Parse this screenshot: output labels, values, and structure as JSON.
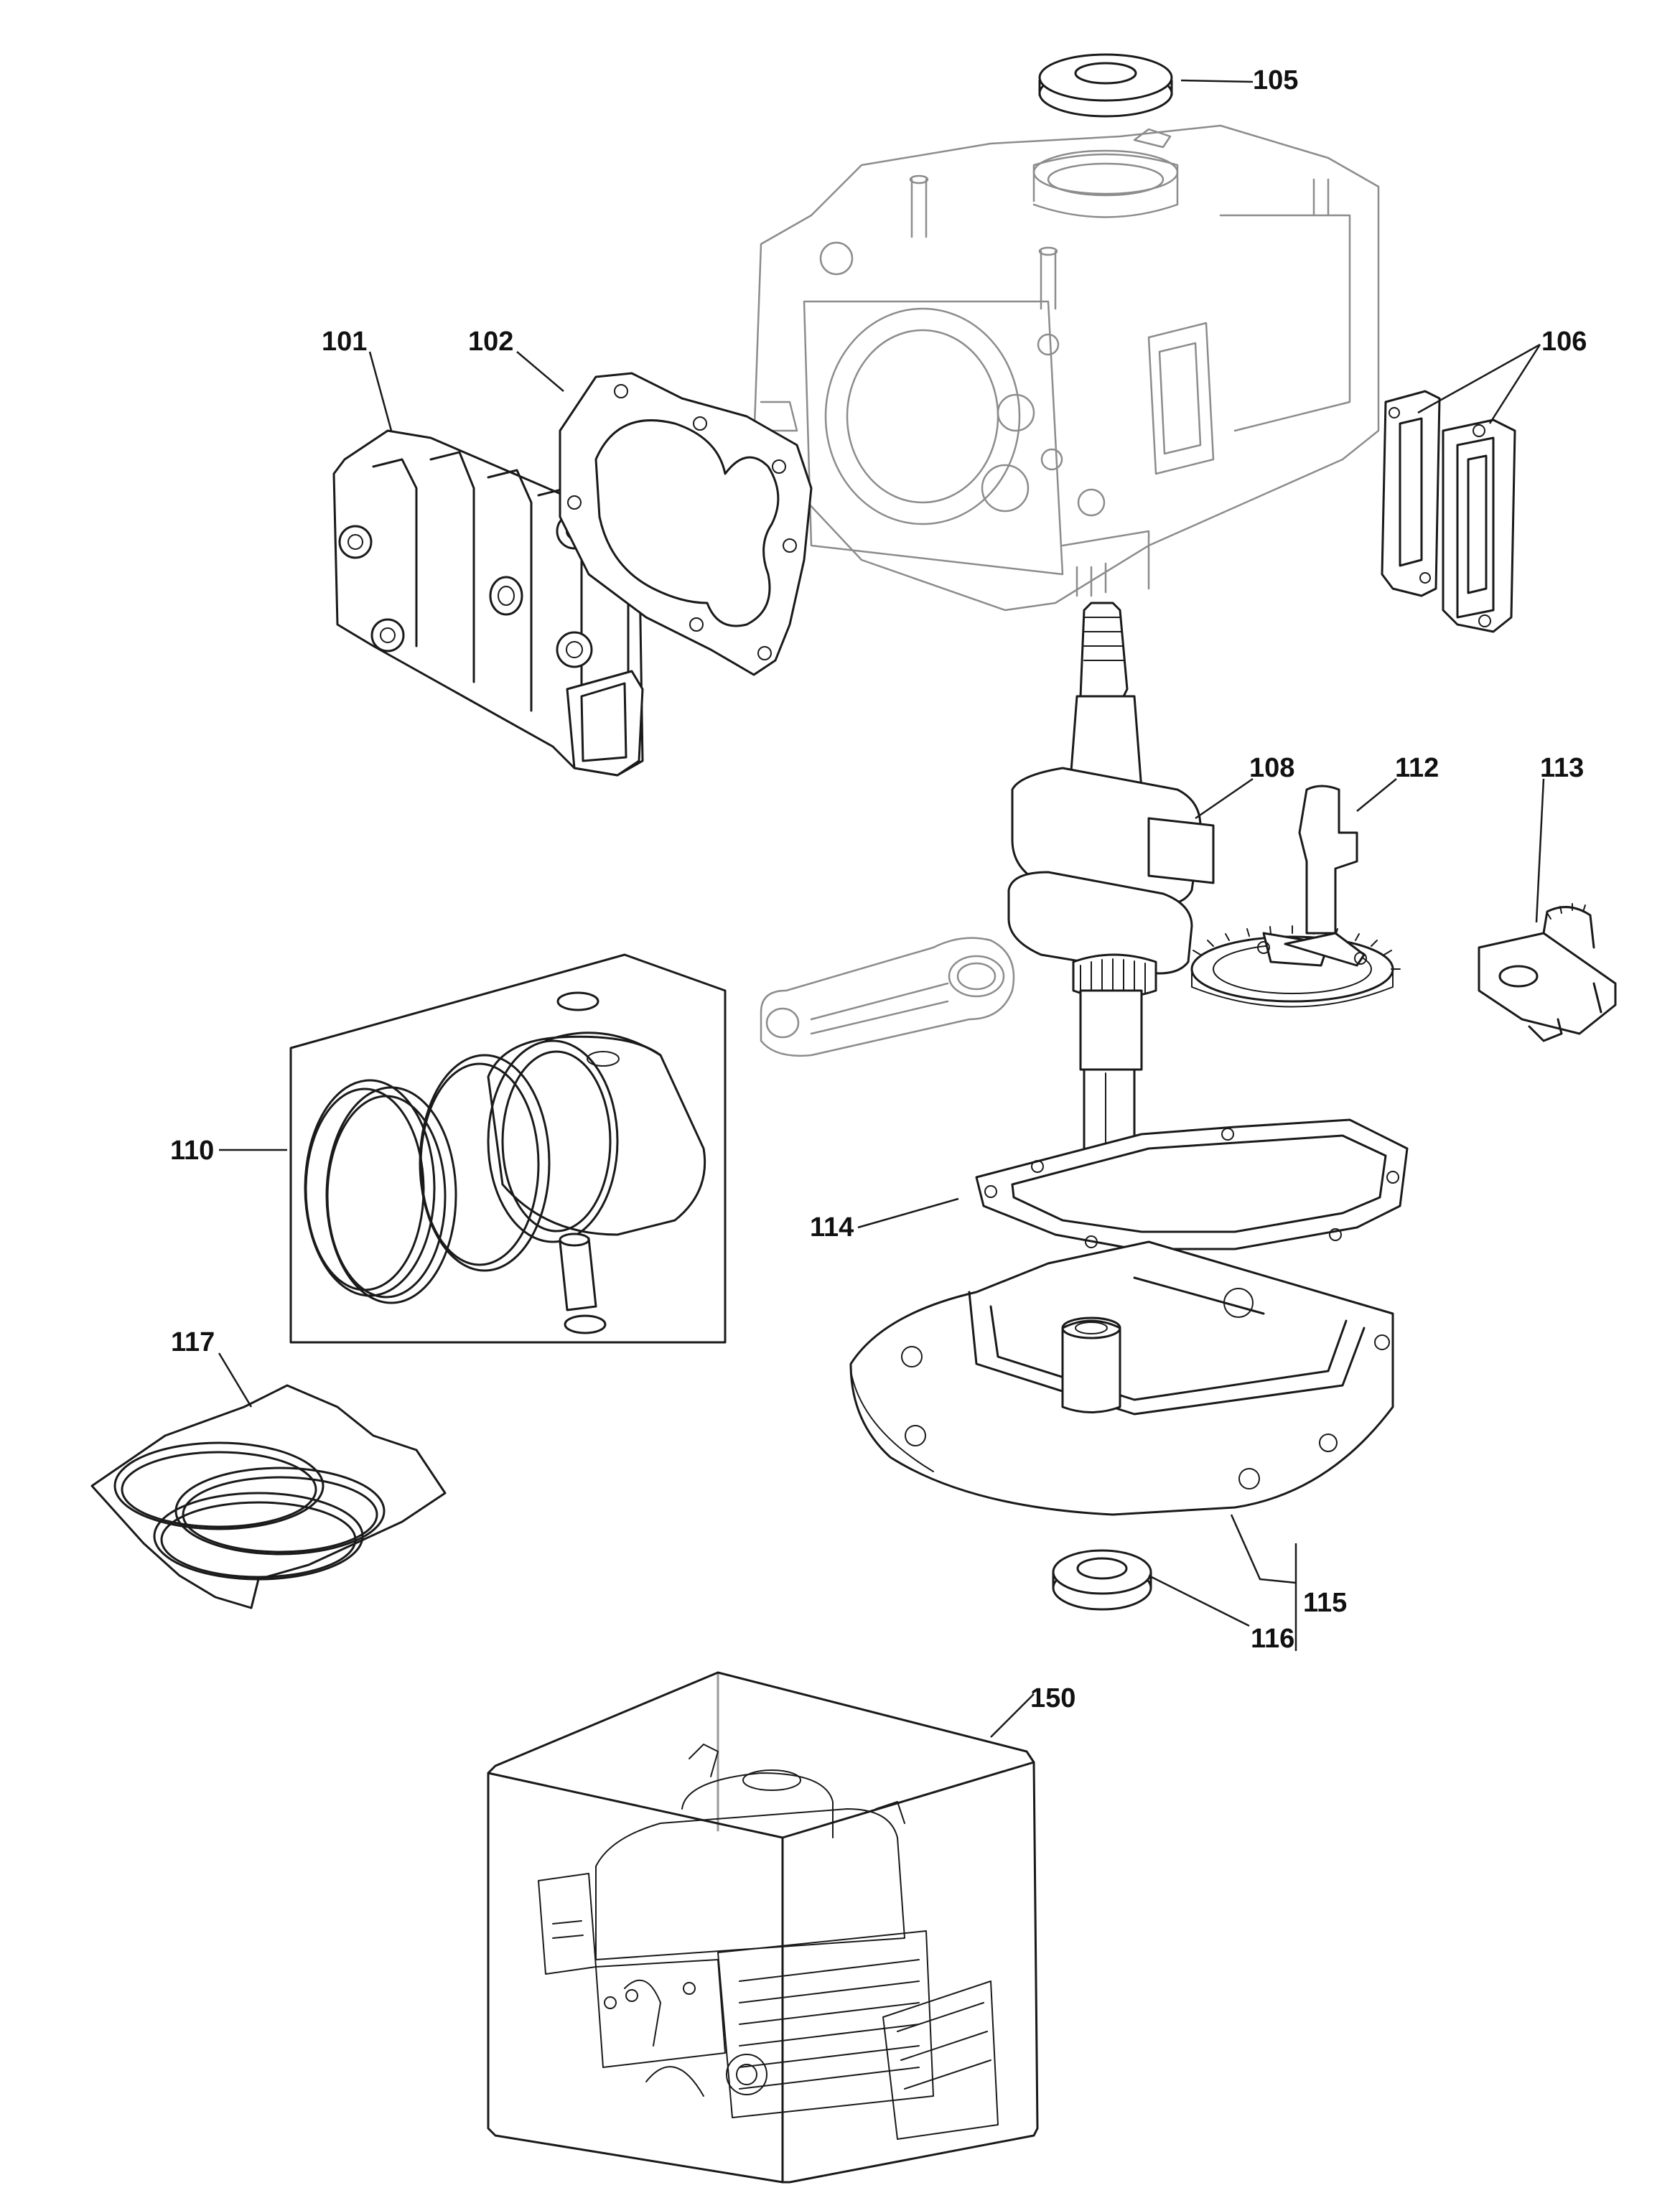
{
  "colors": {
    "line": "#1a1a1a",
    "ghost": "#8c8c8c",
    "background": "#ffffff"
  },
  "labels": {
    "p101": "101",
    "p102": "102",
    "p105": "105",
    "p106": "106",
    "p108": "108",
    "p110": "110",
    "p112": "112",
    "p113": "113",
    "p114": "114",
    "p115": "115",
    "p116": "116",
    "p117": "117",
    "p150": "150"
  }
}
